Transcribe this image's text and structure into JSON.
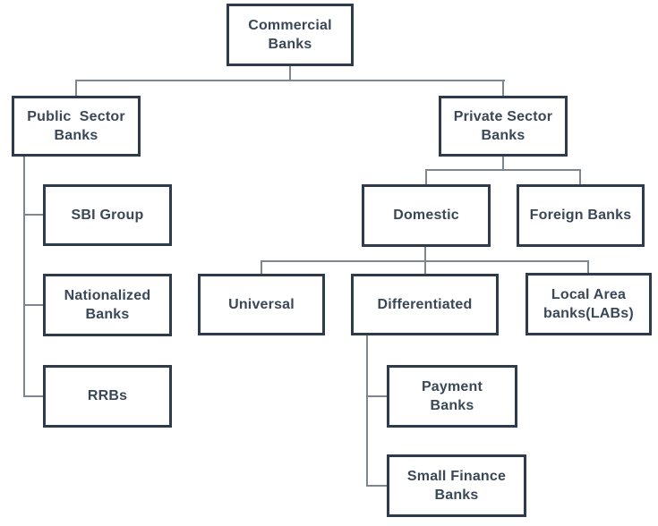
{
  "colors": {
    "background": "#ffffff",
    "box_border": "#2e3b4d",
    "text": "#3a4757",
    "connector": "#7e8690"
  },
  "nodes": {
    "commercial": {
      "label": "Commercial\nBanks"
    },
    "public": {
      "label": "Public  Sector\nBanks"
    },
    "private": {
      "label": "Private Sector\nBanks"
    },
    "sbi": {
      "label": "SBI Group"
    },
    "nationalized": {
      "label": "Nationalized\nBanks"
    },
    "rrbs": {
      "label": "RRBs"
    },
    "domestic": {
      "label": "Domestic"
    },
    "foreign": {
      "label": "Foreign Banks"
    },
    "universal": {
      "label": "Universal"
    },
    "differentiated": {
      "label": "Differentiated"
    },
    "labs": {
      "label": "Local Area\nbanks(LABs)"
    },
    "payment": {
      "label": "Payment\nBanks"
    },
    "smallfinance": {
      "label": "Small Finance\nBanks"
    }
  },
  "edges": [
    {
      "from": "commercial",
      "to": "public"
    },
    {
      "from": "commercial",
      "to": "private"
    },
    {
      "from": "public",
      "to": "sbi"
    },
    {
      "from": "public",
      "to": "nationalized"
    },
    {
      "from": "public",
      "to": "rrbs"
    },
    {
      "from": "private",
      "to": "domestic"
    },
    {
      "from": "private",
      "to": "foreign"
    },
    {
      "from": "domestic",
      "to": "universal"
    },
    {
      "from": "domestic",
      "to": "differentiated"
    },
    {
      "from": "domestic",
      "to": "labs"
    },
    {
      "from": "differentiated",
      "to": "payment"
    },
    {
      "from": "differentiated",
      "to": "smallfinance"
    }
  ]
}
